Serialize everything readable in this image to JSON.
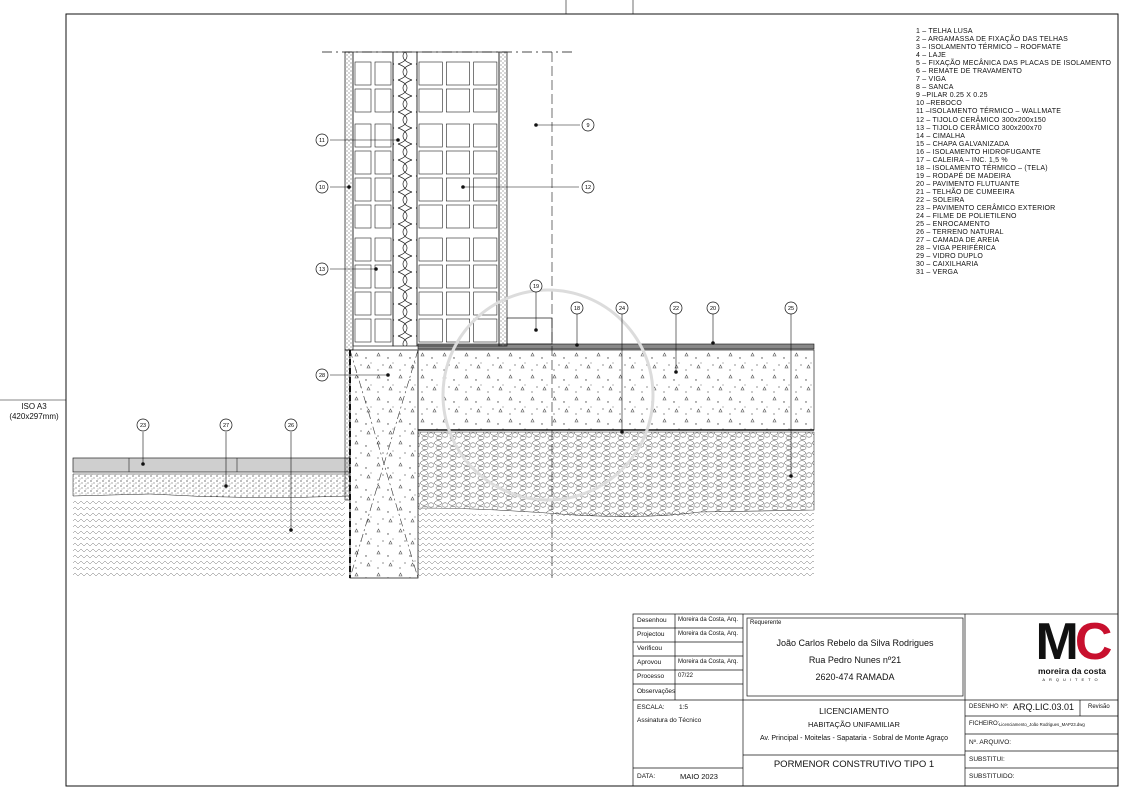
{
  "sheet": {
    "format_label": [
      "ISO A3",
      "(420x297mm)"
    ]
  },
  "legend": [
    "1 – TELHA LUSA",
    "2 – ARGAMASSA DE FIXAÇÃO DAS TELHAS",
    "3 – ISOLAMENTO TÉRMICO – ROOFMATE",
    "4 – LAJE",
    "5 – FIXAÇÃO MECÂNICA DAS PLACAS DE ISOLAMENTO",
    "6 – REMATE DE TRAVAMENTO",
    "7 – VIGA",
    "8 – SANCA",
    "9 –PILAR 0.25 X 0.25",
    "10 –REBOCO",
    "11 –ISOLAMENTO TÉRMICO – WALLMATE",
    "12 – TIJOLO CERÂMICO 300x200x150",
    "13 – TIJOLO CERÂMICO 300x200x70",
    "14 – CIMALHA",
    "15 – CHAPA GALVANIZADA",
    "16 – ISOLAMENTO HIDROFUGANTE",
    "17 – CALEIRA – INC. 1,5 %",
    "18 – ISOLAMENTO TÉRMICO – (TELA)",
    "19 – RODAPÉ DE MADEIRA",
    "20 – PAVIMENTO FLUTUANTE",
    "21 – TELHÃO DE CUMEEIRA",
    "22 – SOLEIRA",
    "23 – PAVIMENTO CERÂMICO EXTERIOR",
    "24 – FILME DE POLIETILENO",
    "25 – ENROCAMENTO",
    "26 – TERRENO NATURAL",
    "27 – CAMADA DE AREIA",
    "28 – VIGA PERIFÉRICA",
    "29 – VIDRO DUPLO",
    "30 – CAIXILHARIA",
    "31 – VERGA"
  ],
  "callouts": [
    "9",
    "11",
    "10",
    "12",
    "13",
    "19",
    "18",
    "24",
    "22",
    "20",
    "25",
    "28",
    "23",
    "27",
    "26"
  ],
  "title_block": {
    "rows": [
      {
        "label": "Desenhou",
        "value": "Moreira da Costa, Arq."
      },
      {
        "label": "Projectou",
        "value": "Moreira da Costa, Arq."
      },
      {
        "label": "Verificou",
        "value": ""
      },
      {
        "label": "Aprovou",
        "value": "Moreira da Costa, Arq."
      },
      {
        "label": "Processo",
        "value": "07/22"
      },
      {
        "label": "Observações",
        "value": ""
      }
    ],
    "escala_label": "ESCALA:",
    "escala_value": "1:5",
    "assinatura_label": "Assinatura do Técnico",
    "data_label": "DATA:",
    "data_value": "MAIO 2023",
    "requerente_label": "Requerente",
    "requerente_lines": [
      "João Carlos Rebelo da Silva Rodrigues",
      "Rua Pedro Nunes nº21",
      "2620-474 RAMADA"
    ],
    "project_lines": [
      "LICENCIAMENTO",
      "HABITAÇÃO UNIFAMILIAR",
      "Av. Principal - Moitelas - Sapataria - Sobral de Monte Agraço"
    ],
    "drawing_title": "PORMENOR CONSTRUTIVO TIPO 1",
    "logo_letters": "MC",
    "logo_name": "moreira da costa",
    "logo_sub": "ARQUITETO",
    "desenho_label": "DESENHO Nº:",
    "desenho_value": "ARQ.LIC.03.01",
    "revisao_label": "Revisão",
    "ficheiro_label": "FICHEIRO:",
    "ficheiro_value": "Licenciamento_João Rodrigues_MAP23.dwg",
    "arquivo_label": "Nº. ARQUIVO:",
    "substitui_label": "SUBSTITUI:",
    "substituido_label": "SUBSTITUIDO:"
  },
  "colors": {
    "logo_red": "#c8102e",
    "line": "#111111"
  }
}
